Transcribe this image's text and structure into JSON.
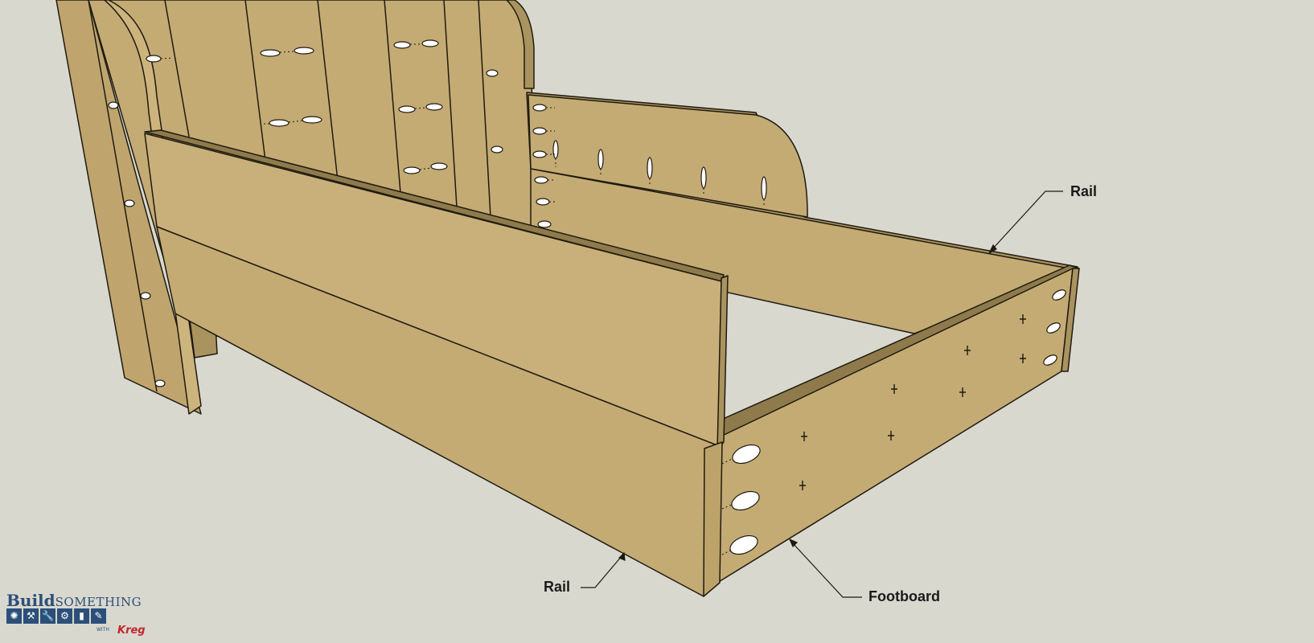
{
  "labels": {
    "rail_right": "Rail",
    "rail_left": "Rail",
    "footboard": "Footboard"
  },
  "logo": {
    "build": "Build",
    "something": "SOMETHING",
    "with": "WITH",
    "brand": "Kreg",
    "tool_icons": [
      "saw-blade-icon",
      "hammer-icon",
      "wrench-icon",
      "drill-icon",
      "paint-roller-icon",
      "brush-icon"
    ]
  },
  "colors": {
    "background": "#d9d8cf",
    "wood_face": "#c4ab74",
    "wood_face_light": "#cdb47d",
    "wood_edge": "#8f7a4c",
    "wood_top": "#a9935f",
    "outline": "#1f1a10",
    "pocket_hole": "#ffffff",
    "logo_blue": "#2c4f7a",
    "logo_red": "#c0282c"
  }
}
